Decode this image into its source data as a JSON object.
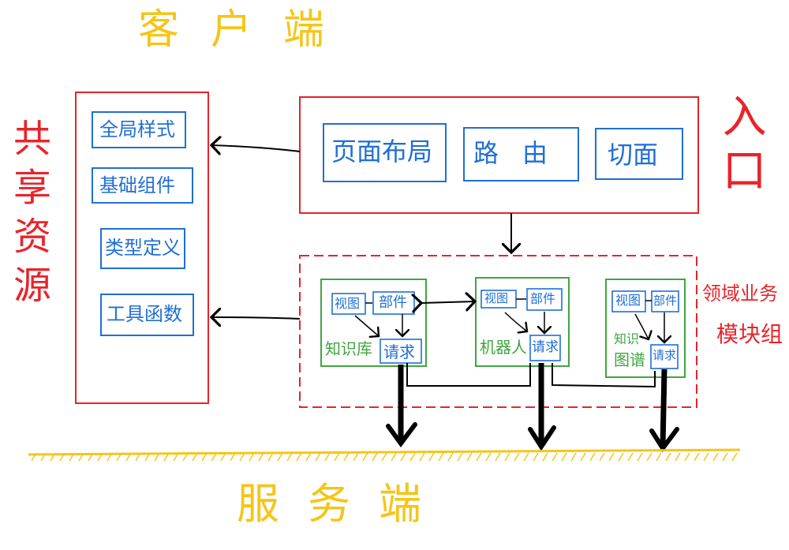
{
  "client_label": "客户端",
  "server_label": "服务端",
  "shared": {
    "title": "共享资源",
    "items": [
      "全局样式",
      "基础组件",
      "类型定义",
      "工具函数"
    ]
  },
  "entry": {
    "title": "入口",
    "items": [
      "页面布局",
      "路由",
      "切面"
    ]
  },
  "domain": {
    "title_line1": "领域业务",
    "title_line2": "模块组",
    "modules": [
      {
        "name": "知识库",
        "view": "视图",
        "part": "部件",
        "request": "请求"
      },
      {
        "name": "机器人",
        "view": "视图",
        "part": "部件",
        "request": "请求"
      },
      {
        "name_line1": "知识",
        "name_line2": "图谱",
        "view": "视图",
        "part": "部件",
        "request": "请求"
      }
    ]
  },
  "colors": {
    "client": "#f5c518",
    "server": "#f5c518",
    "container": "#e8242a",
    "item": "#1f6fd6",
    "module": "#3fa63f",
    "arrow": "#000000"
  }
}
